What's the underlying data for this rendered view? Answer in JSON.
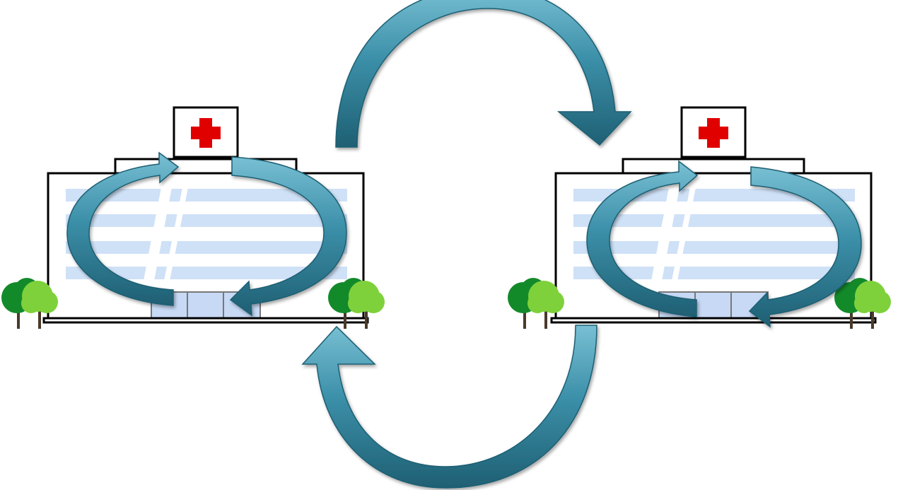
{
  "diagram": {
    "hospitals": [
      {
        "id": "left",
        "internal_cycle": true
      },
      {
        "id": "right",
        "internal_cycle": true
      }
    ],
    "links": [
      {
        "from": "left",
        "to": "right",
        "direction": "clockwise-over-top"
      },
      {
        "from": "right",
        "to": "left",
        "direction": "clockwise-under-bottom"
      }
    ],
    "colors": {
      "arrow_fill": "#3b8fa8",
      "arrow_highlight": "#78bfd3",
      "arrow_shadow": "#1f5f73",
      "cross": "#e00000",
      "window_band": "#cfe1f7",
      "door": "#c7d9f5",
      "building_outline": "#000000",
      "tree_dark": "#138a2a",
      "tree_light": "#7fd13b",
      "trunk": "#4a3a2a"
    },
    "icons": [
      "hospital-building-icon",
      "red-cross-icon",
      "tree-icon",
      "curved-arrow-icon",
      "cycle-arrow-icon"
    ]
  }
}
